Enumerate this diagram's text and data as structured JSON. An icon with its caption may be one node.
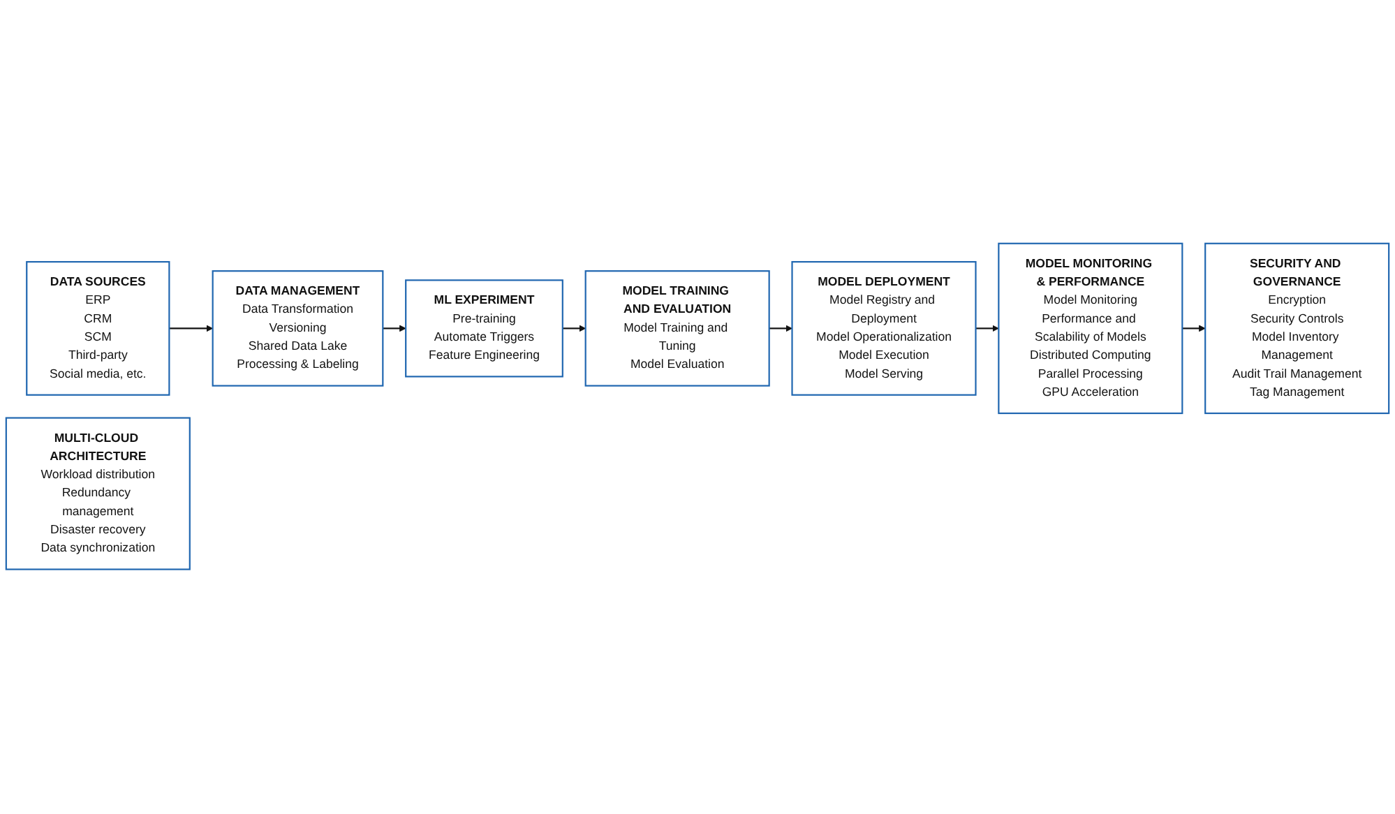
{
  "diagram": {
    "nodes": [
      {
        "text": [
          "DATA SOURCES",
          "ERP",
          "CRM",
          "SCM",
          "Third-party",
          "Social media, etc."
        ]
      },
      {
        "text": [
          "DATA MANAGEMENT",
          "Data Transformation",
          "Versioning",
          "Shared Data Lake",
          "Processing & Labeling"
        ]
      },
      {
        "text": [
          "ML EXPERIMENT",
          "Pre-training",
          "Automate Triggers",
          "Feature Engineering"
        ]
      },
      {
        "text": [
          "MODEL TRAINING AND EVALUATION",
          "Model Training and Tuning",
          "Model Evaluation"
        ]
      },
      {
        "text": [
          "MODEL DEPLOYMENT",
          "Model Registry and Deployment",
          "Model Operationalization",
          "Model Execution",
          "Model Serving"
        ]
      },
      {
        "text": [
          "MODEL MONITORING & PERFORMANCE",
          "Model Monitoring",
          "Performance and Scalability of Models",
          "Distributed Computing",
          "Parallel Processing",
          "GPU Acceleration"
        ]
      },
      {
        "text": [
          "SECURITY AND GOVERNANCE",
          "Encryption",
          "Security Controls",
          "Model Inventory Management",
          "Audit Trail Management",
          "Tag Management"
        ]
      },
      {
        "text": [
          "MULTI-CLOUD ARCHITECTURE",
          "Workload distribution",
          "Redundancy management",
          "Disaster recovery",
          "Data synchronization"
        ]
      }
    ],
    "edges": [
      {
        "from": 0,
        "to": 1,
        "arrow": "to"
      },
      {
        "from": 1,
        "to": 2,
        "arrow": "to"
      },
      {
        "from": 2,
        "to": 3,
        "arrow": "to"
      },
      {
        "from": 3,
        "to": 4,
        "arrow": "to"
      },
      {
        "from": 4,
        "to": 5,
        "arrow": "to"
      },
      {
        "from": 5,
        "to": 6,
        "arrow": "to"
      }
    ]
  }
}
